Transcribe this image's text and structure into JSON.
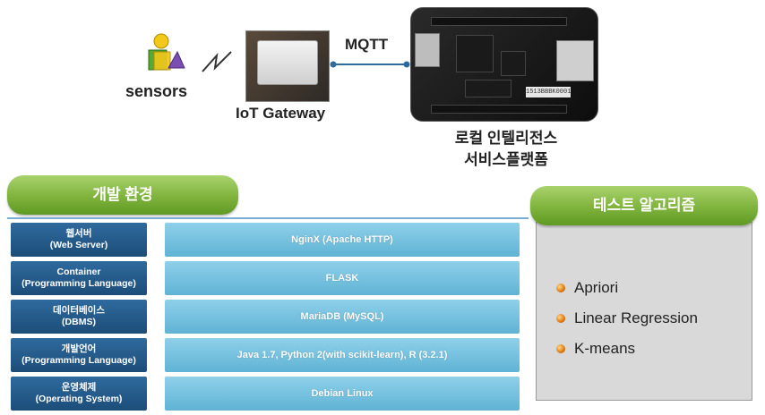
{
  "top": {
    "sensors_label": "sensors",
    "gateway_label": "IoT Gateway",
    "protocol_label": "MQTT",
    "platform_line1": "로컬 인텔리전스",
    "platform_line2": "서비스플랫폼",
    "board_sticker": "1513BBBK0001"
  },
  "dev_env": {
    "title": "개발 환경",
    "rows": [
      {
        "left_line1": "웹서버",
        "left_line2": "(Web Server)",
        "right": "NginX (Apache HTTP)"
      },
      {
        "left_line1": "Container",
        "left_line2": "(Programming Language)",
        "right": "FLASK"
      },
      {
        "left_line1": "데이터베이스",
        "left_line2": "(DBMS)",
        "right": "MariaDB (MySQL)"
      },
      {
        "left_line1": "개발언어",
        "left_line2": "(Programming Language)",
        "right": "Java 1.7,  Python 2(with scikit-learn),  R (3.2.1)"
      },
      {
        "left_line1": "운영체제",
        "left_line2": "(Operating System)",
        "right": "Debian Linux"
      }
    ]
  },
  "test_alg": {
    "title": "테스트 알고리즘",
    "items": [
      "Apriori",
      "Linear Regression",
      "K-means"
    ]
  },
  "colors": {
    "pill_green": "#7fb33c",
    "row_left_blue": "#2f6a9d",
    "row_right_blue": "#6fbfdf",
    "mqtt_line": "#2f6a9d",
    "bullet_orange": "#e07a10"
  },
  "icons": [
    "user-shapes-icon",
    "wireless-signal-icon",
    "gateway-device-image",
    "beaglebone-board-image"
  ]
}
